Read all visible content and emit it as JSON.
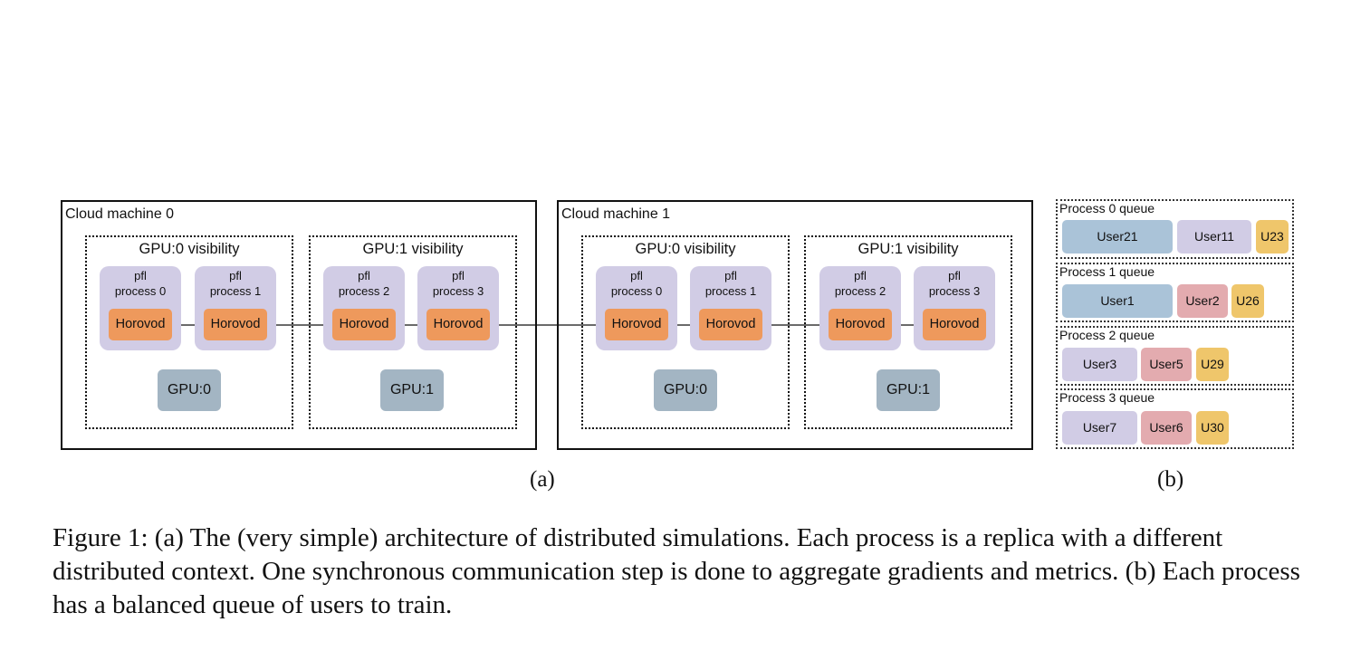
{
  "machines": [
    {
      "title": "Cloud machine 0",
      "gpus": [
        {
          "visibility": "GPU:0 visibility",
          "gpu": "GPU:0",
          "processes": [
            {
              "line1": "pfl",
              "line2": "process 0",
              "horovod": "Horovod"
            },
            {
              "line1": "pfl",
              "line2": "process 1",
              "horovod": "Horovod"
            }
          ]
        },
        {
          "visibility": "GPU:1 visibility",
          "gpu": "GPU:1",
          "processes": [
            {
              "line1": "pfl",
              "line2": "process 2",
              "horovod": "Horovod"
            },
            {
              "line1": "pfl",
              "line2": "process 3",
              "horovod": "Horovod"
            }
          ]
        }
      ]
    },
    {
      "title": "Cloud machine 1",
      "gpus": [
        {
          "visibility": "GPU:0 visibility",
          "gpu": "GPU:0",
          "processes": [
            {
              "line1": "pfl",
              "line2": "process 0",
              "horovod": "Horovod"
            },
            {
              "line1": "pfl",
              "line2": "process 1",
              "horovod": "Horovod"
            }
          ]
        },
        {
          "visibility": "GPU:1 visibility",
          "gpu": "GPU:1",
          "processes": [
            {
              "line1": "pfl",
              "line2": "process 2",
              "horovod": "Horovod"
            },
            {
              "line1": "pfl",
              "line2": "process 3",
              "horovod": "Horovod"
            }
          ]
        }
      ]
    }
  ],
  "queues": [
    {
      "title": "Process 0 queue",
      "users": [
        "User21",
        "User11",
        "U23"
      ]
    },
    {
      "title": "Process 1 queue",
      "users": [
        "User1",
        "User2",
        "U26"
      ]
    },
    {
      "title": "Process 2 queue",
      "users": [
        "User3",
        "User5",
        "U29"
      ]
    },
    {
      "title": "Process 3 queue",
      "users": [
        "User7",
        "User6",
        "U30"
      ]
    }
  ],
  "colors": {
    "process": "#d1cce5",
    "horovod": "#ee995c",
    "gpu": "#a3b5c3",
    "user_blue": "#aac3d8",
    "user_purple": "#d1cce5",
    "user_pink": "#e3abaf",
    "user_yellow": "#efc66b"
  },
  "labels": {
    "a": "(a)",
    "b": "(b)"
  },
  "caption": "Figure 1: (a) The (very simple) architecture of distributed simulations. Each process is a replica with a different distributed context. One synchronous communication step is done to aggregate gradients and metrics. (b) Each process has a balanced queue of users to train."
}
